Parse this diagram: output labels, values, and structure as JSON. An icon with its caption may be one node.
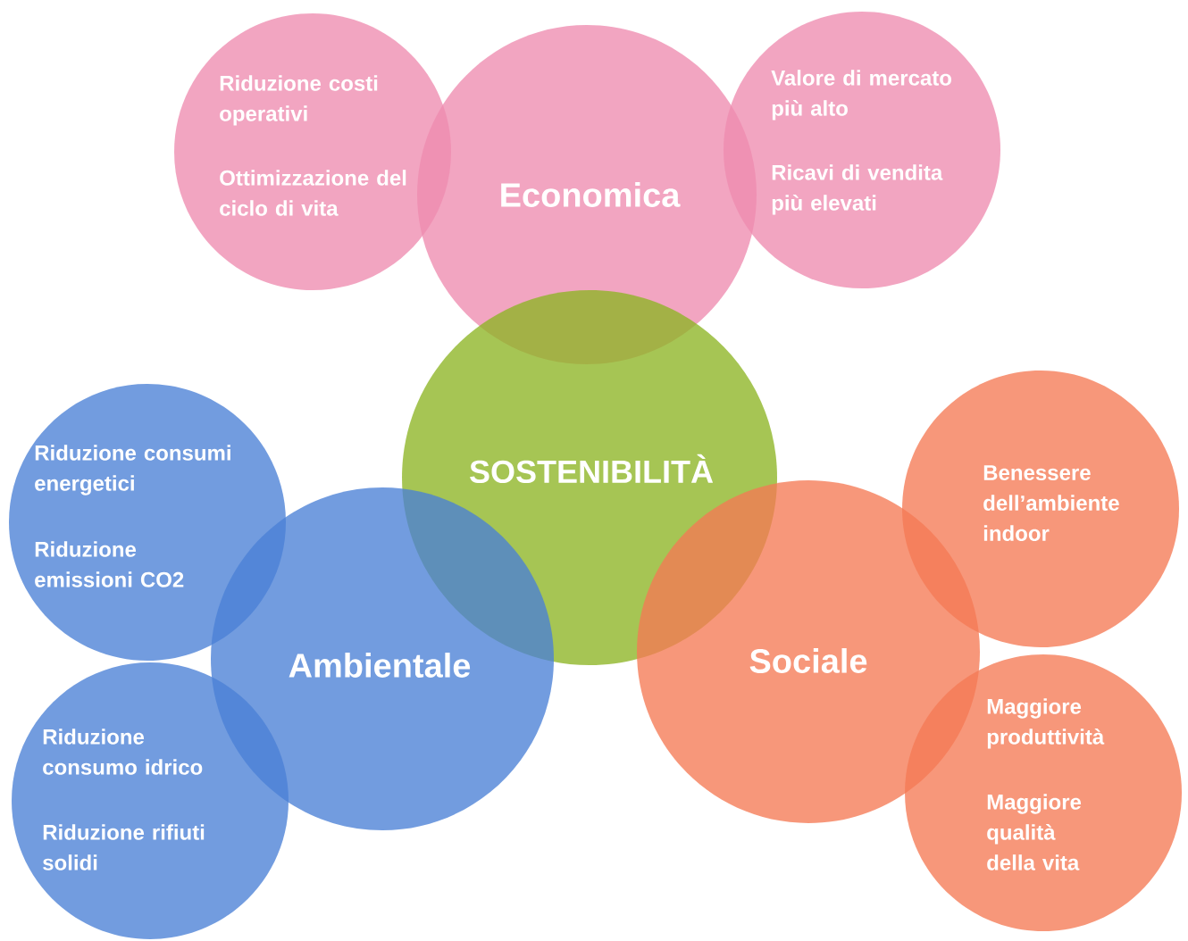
{
  "diagram": {
    "nodes": [
      {
        "text": [
          "Economica"
        ]
      },
      {
        "text": [
          "Riduzione costi operativi",
          "Ottimizzazione del ciclo di vita"
        ]
      },
      {
        "text": [
          "Valore di mercato più alto",
          "Ricavi di vendita più elevati"
        ]
      },
      {
        "text": [
          "SOSTENIBILITÀ"
        ]
      },
      {
        "text": [
          "Riduzione consumi energetici",
          "Riduzione emissioni CO2"
        ]
      },
      {
        "text": [
          "Ambientale"
        ]
      },
      {
        "text": [
          "Sociale"
        ]
      },
      {
        "text": [
          "Benessere dell’ambiente indoor"
        ]
      },
      {
        "text": [
          "Riduzione consumo idrico",
          "Riduzione rifiuti solidi"
        ]
      },
      {
        "text": [
          "Maggiore produttività",
          "Maggiore qualità della vita"
        ]
      }
    ],
    "edges": []
  }
}
